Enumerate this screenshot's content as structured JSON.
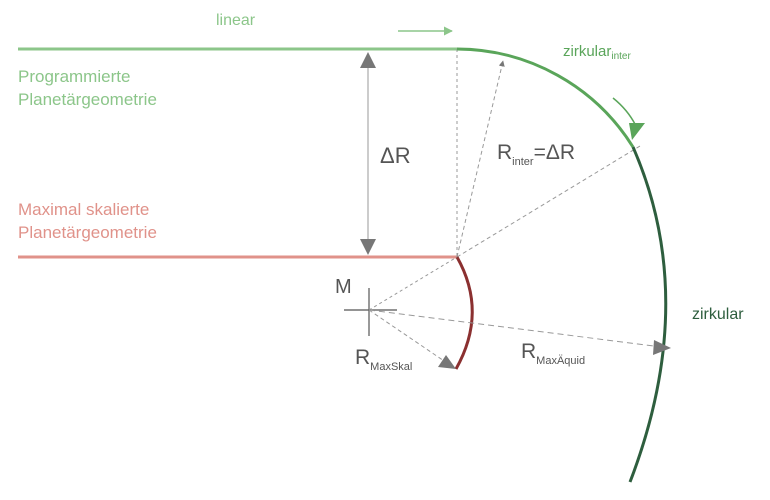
{
  "labels": {
    "linear": "linear",
    "programmed_line1": "Programmierte",
    "programmed_line2": "Planetärgeometrie",
    "scaled_line1": "Maximal skalierte",
    "scaled_line2": "Planetärgeometrie",
    "delta_r": "ΔR",
    "r_inter_main": "R",
    "r_inter_sub": "inter",
    "r_inter_eq": "=ΔR",
    "zirkular_inter_main": "zirkular",
    "zirkular_inter_sub": "inter",
    "zirkular": "zirkular",
    "m": "M",
    "r_maxskal_main": "R",
    "r_maxskal_sub": "MaxSkal",
    "r_maxaquid_main": "R",
    "r_maxaquid_sub": "MaxÄquid"
  },
  "colors": {
    "light_green": "#8cc68a",
    "mid_green": "#5aa55a",
    "dark_green": "#2e5e3e",
    "salmon": "#e0928a",
    "dark_red": "#8b3030",
    "gray": "#777777",
    "light_gray": "#bbbbbb",
    "text_gray": "#555555"
  }
}
